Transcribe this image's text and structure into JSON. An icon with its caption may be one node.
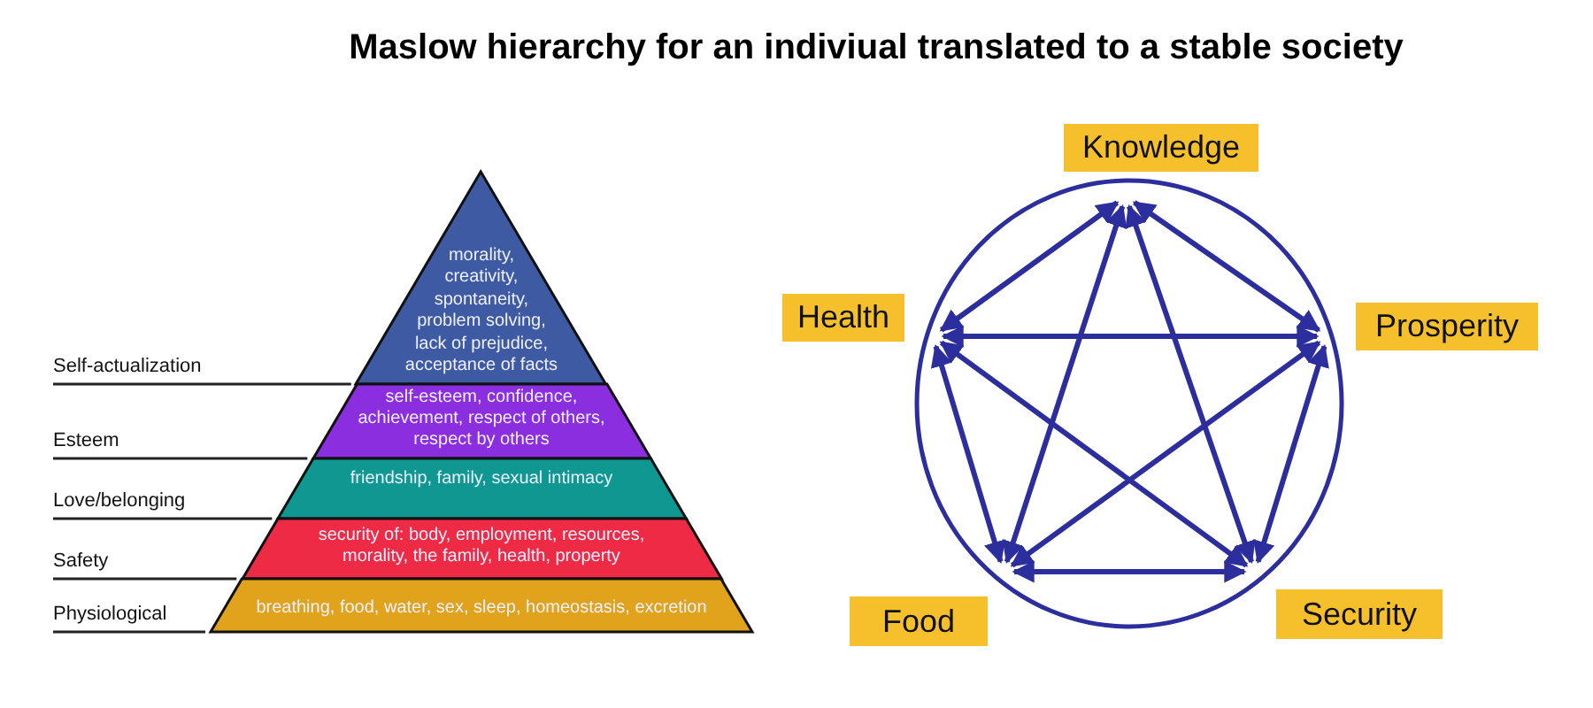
{
  "diagram": {
    "title": "Maslow hierarchy for an indiviual translated to a stable society",
    "nodes": [
      {
        "text": [
          "morality, creativity, spontaneity, problem solving, lack of prejudice, acceptance of facts"
        ]
      },
      {
        "text": [
          "self-esteem, confidence, achievement, respect of others, respect by others"
        ]
      },
      {
        "text": [
          "friendship, family, sexual intimacy"
        ]
      },
      {
        "text": [
          "security of: body, employment, resources, morality, the family, health, property"
        ]
      },
      {
        "text": [
          "breathing, food, water, sex, sleep, homeostasis, excretion"
        ]
      },
      {
        "text": [
          "Knowledge"
        ]
      },
      {
        "text": [
          "Health"
        ]
      },
      {
        "text": [
          "Prosperity"
        ]
      },
      {
        "text": [
          "Food"
        ]
      },
      {
        "text": [
          "Security"
        ]
      }
    ],
    "edges": [
      {
        "from": 5,
        "to": 6,
        "arrow": "both"
      },
      {
        "from": 5,
        "to": 7,
        "arrow": "both"
      },
      {
        "from": 5,
        "to": 8,
        "arrow": "both"
      },
      {
        "from": 5,
        "to": 9,
        "arrow": "both"
      },
      {
        "from": 6,
        "to": 7,
        "arrow": "both"
      },
      {
        "from": 6,
        "to": 8,
        "arrow": "both"
      },
      {
        "from": 6,
        "to": 9,
        "arrow": "both"
      },
      {
        "from": 7,
        "to": 8,
        "arrow": "both"
      },
      {
        "from": 7,
        "to": 9,
        "arrow": "both"
      },
      {
        "from": 8,
        "to": 9,
        "arrow": "both"
      }
    ],
    "labels": [
      "Self-actualization",
      "Esteem",
      "Love/belonging",
      "Safety",
      "Physiological"
    ]
  }
}
